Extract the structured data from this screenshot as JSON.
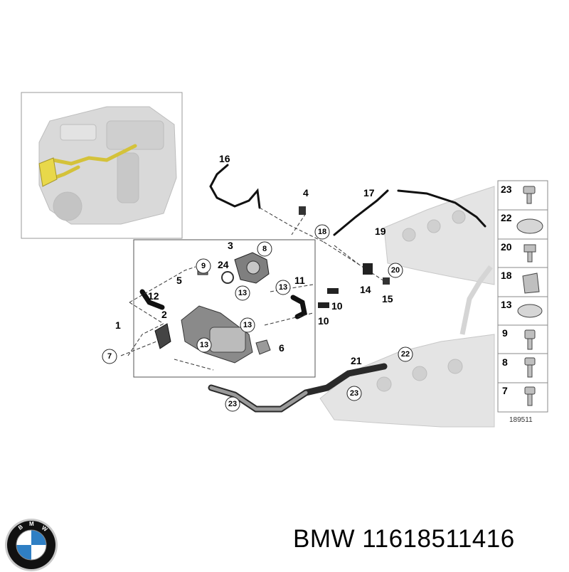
{
  "diagram": {
    "callouts": {
      "c1": "1",
      "c2": "2",
      "c3": "3",
      "c4": "4",
      "c5": "5",
      "c6": "6",
      "c7": "7",
      "c8": "8",
      "c9": "9",
      "c10a": "10",
      "c10b": "10",
      "c11": "11",
      "c12": "12",
      "c13a": "13",
      "c13b": "13",
      "c13c": "13",
      "c13d": "13",
      "c14": "14",
      "c15": "15",
      "c16": "16",
      "c17": "17",
      "c18": "18",
      "c19": "19",
      "c20": "20",
      "c21": "21",
      "c22": "22",
      "c23a": "23",
      "c23b": "23",
      "c24": "24"
    },
    "parts_legend": [
      "23",
      "22",
      "20",
      "18",
      "13",
      "9",
      "8",
      "7"
    ],
    "reference_number": "189511"
  },
  "footer": {
    "brand": "BMW",
    "part_number": "11618511416",
    "full_text": "BMW 11618511416"
  },
  "logo": {
    "letters": "BMW",
    "colors": {
      "blue": "#2f7fc4",
      "ring": "#111111",
      "rim": "#c9c9c9"
    }
  }
}
